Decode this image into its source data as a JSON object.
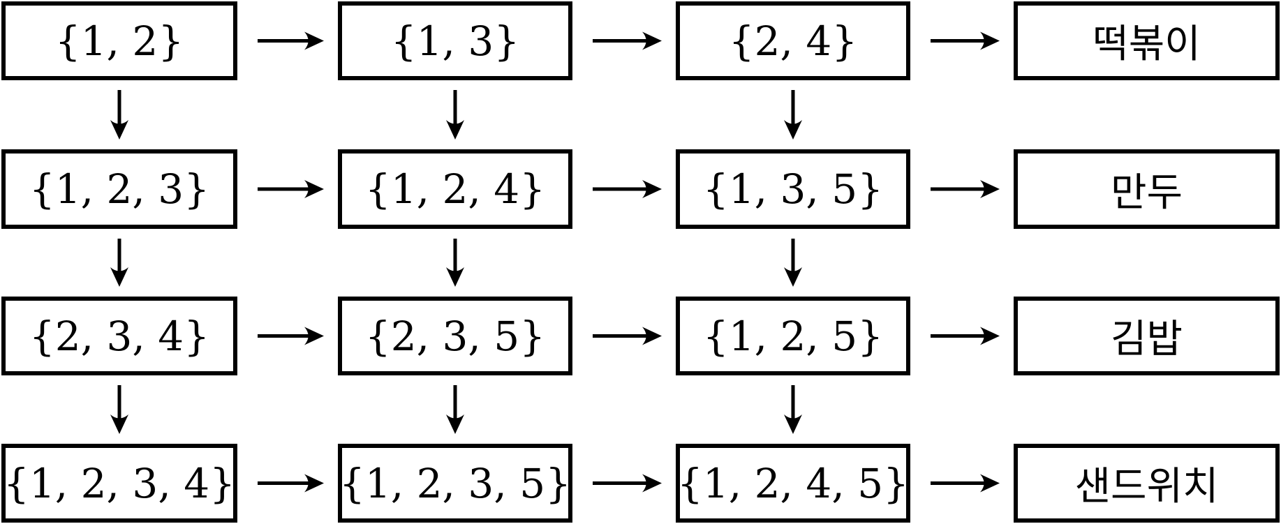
{
  "grid": [
    [
      "{1, 2}",
      "{1, 3}",
      "{2, 4}"
    ],
    [
      "{1, 2, 3}",
      "{1, 2, 4}",
      "{1, 3, 5}"
    ],
    [
      "{2, 3, 4}",
      "{2, 3, 5}",
      "{1, 2, 5}"
    ],
    [
      "{1, 2, 3, 4}",
      "{1, 2, 3, 5}",
      "{1, 2, 4, 5}"
    ]
  ],
  "outputs": [
    "떡볶이",
    "만두",
    "김밥",
    "샌드위치"
  ],
  "colors": {
    "stroke": "#000000",
    "background": "#ffffff"
  }
}
